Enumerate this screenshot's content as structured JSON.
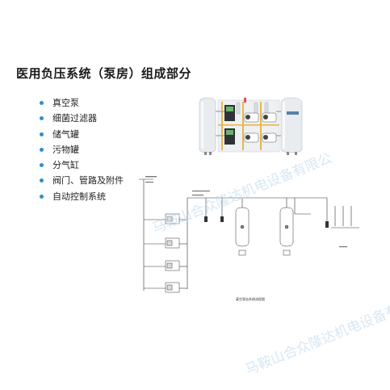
{
  "title": "医用负压系统（泵房）组成部分",
  "components": [
    "真空泵",
    "细菌过滤器",
    "储气罐",
    "污物罐",
    "分气缸",
    "阀门、管路及附件",
    "自动控制系统"
  ],
  "schematic": {
    "caption": "真空泵站系统流程图"
  },
  "watermark": {
    "line1": "马鞍山合众隆达机电设备有限公",
    "line2": "马鞍山合众隆达机电设备有限公"
  }
}
